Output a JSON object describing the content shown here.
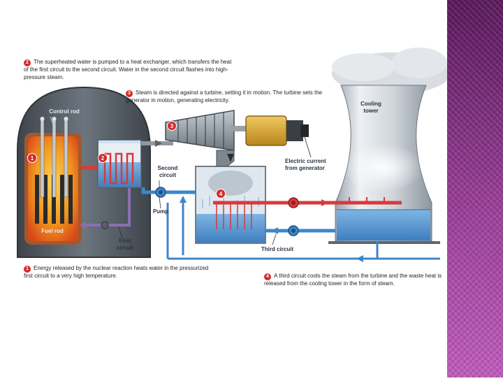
{
  "steps": [
    {
      "number": "1",
      "text": "Energy released by the nuclear reaction heats water in the pressurized first circuit to a very high temperature."
    },
    {
      "number": "2",
      "text": "The superheated water is pumped to a heat exchanger, which transfers the heat of the first circuit to the second circuit. Water in the second circuit flashes into high-pressure steam."
    },
    {
      "number": "3",
      "text": "Steam is directed against a turbine, setting it in motion. The turbine sets the generator in motion, generating electricity."
    },
    {
      "number": "4",
      "text": "A third circuit cools the steam from the turbine and the waste heat is released from the cooling tower in the form of steam."
    }
  ],
  "labels": {
    "control_rod": "Control rod",
    "fuel_rod": "Fuel rod",
    "first_circuit": "First circuit",
    "second_circuit": "Second circuit",
    "pump": "Pump",
    "third_circuit": "Third circuit",
    "electric_current": "Electric current from generator",
    "cooling_tower": "Cooling tower"
  },
  "badges": [
    "1",
    "2",
    "3",
    "4"
  ],
  "colors": {
    "hot_water": "#d8393b",
    "cool_water": "#3d86c8",
    "reactor_shell": "#4e565e",
    "core": "#f2a020",
    "sidebar": "#7a2f78"
  }
}
